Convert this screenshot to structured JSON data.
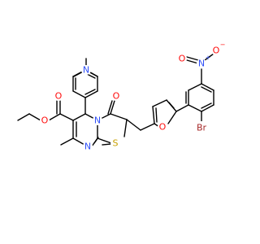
{
  "atoms": {
    "n_amine": {
      "text": "N",
      "color": "#3050f8"
    },
    "n_ring": {
      "text": "N",
      "color": "#3050f8"
    },
    "n_ring2": {
      "text": "N",
      "color": "#3050f8"
    },
    "n_nitro": {
      "text": "N",
      "color": "#3050f8",
      "charge": "+"
    },
    "o_ester1": {
      "text": "O",
      "color": "#ff0d0d"
    },
    "o_ester2": {
      "text": "O",
      "color": "#ff0d0d"
    },
    "o_keto": {
      "text": "O",
      "color": "#ff0d0d"
    },
    "o_furan": {
      "text": "O",
      "color": "#ff0d0d"
    },
    "o_nitro1": {
      "text": "O",
      "color": "#ff0d0d",
      "charge": "−"
    },
    "o_nitro2": {
      "text": "O",
      "color": "#ff0d0d"
    },
    "s_ring": {
      "text": "S",
      "color": "#c8a000"
    },
    "br": {
      "text": "Br",
      "color": "#a62929"
    }
  }
}
